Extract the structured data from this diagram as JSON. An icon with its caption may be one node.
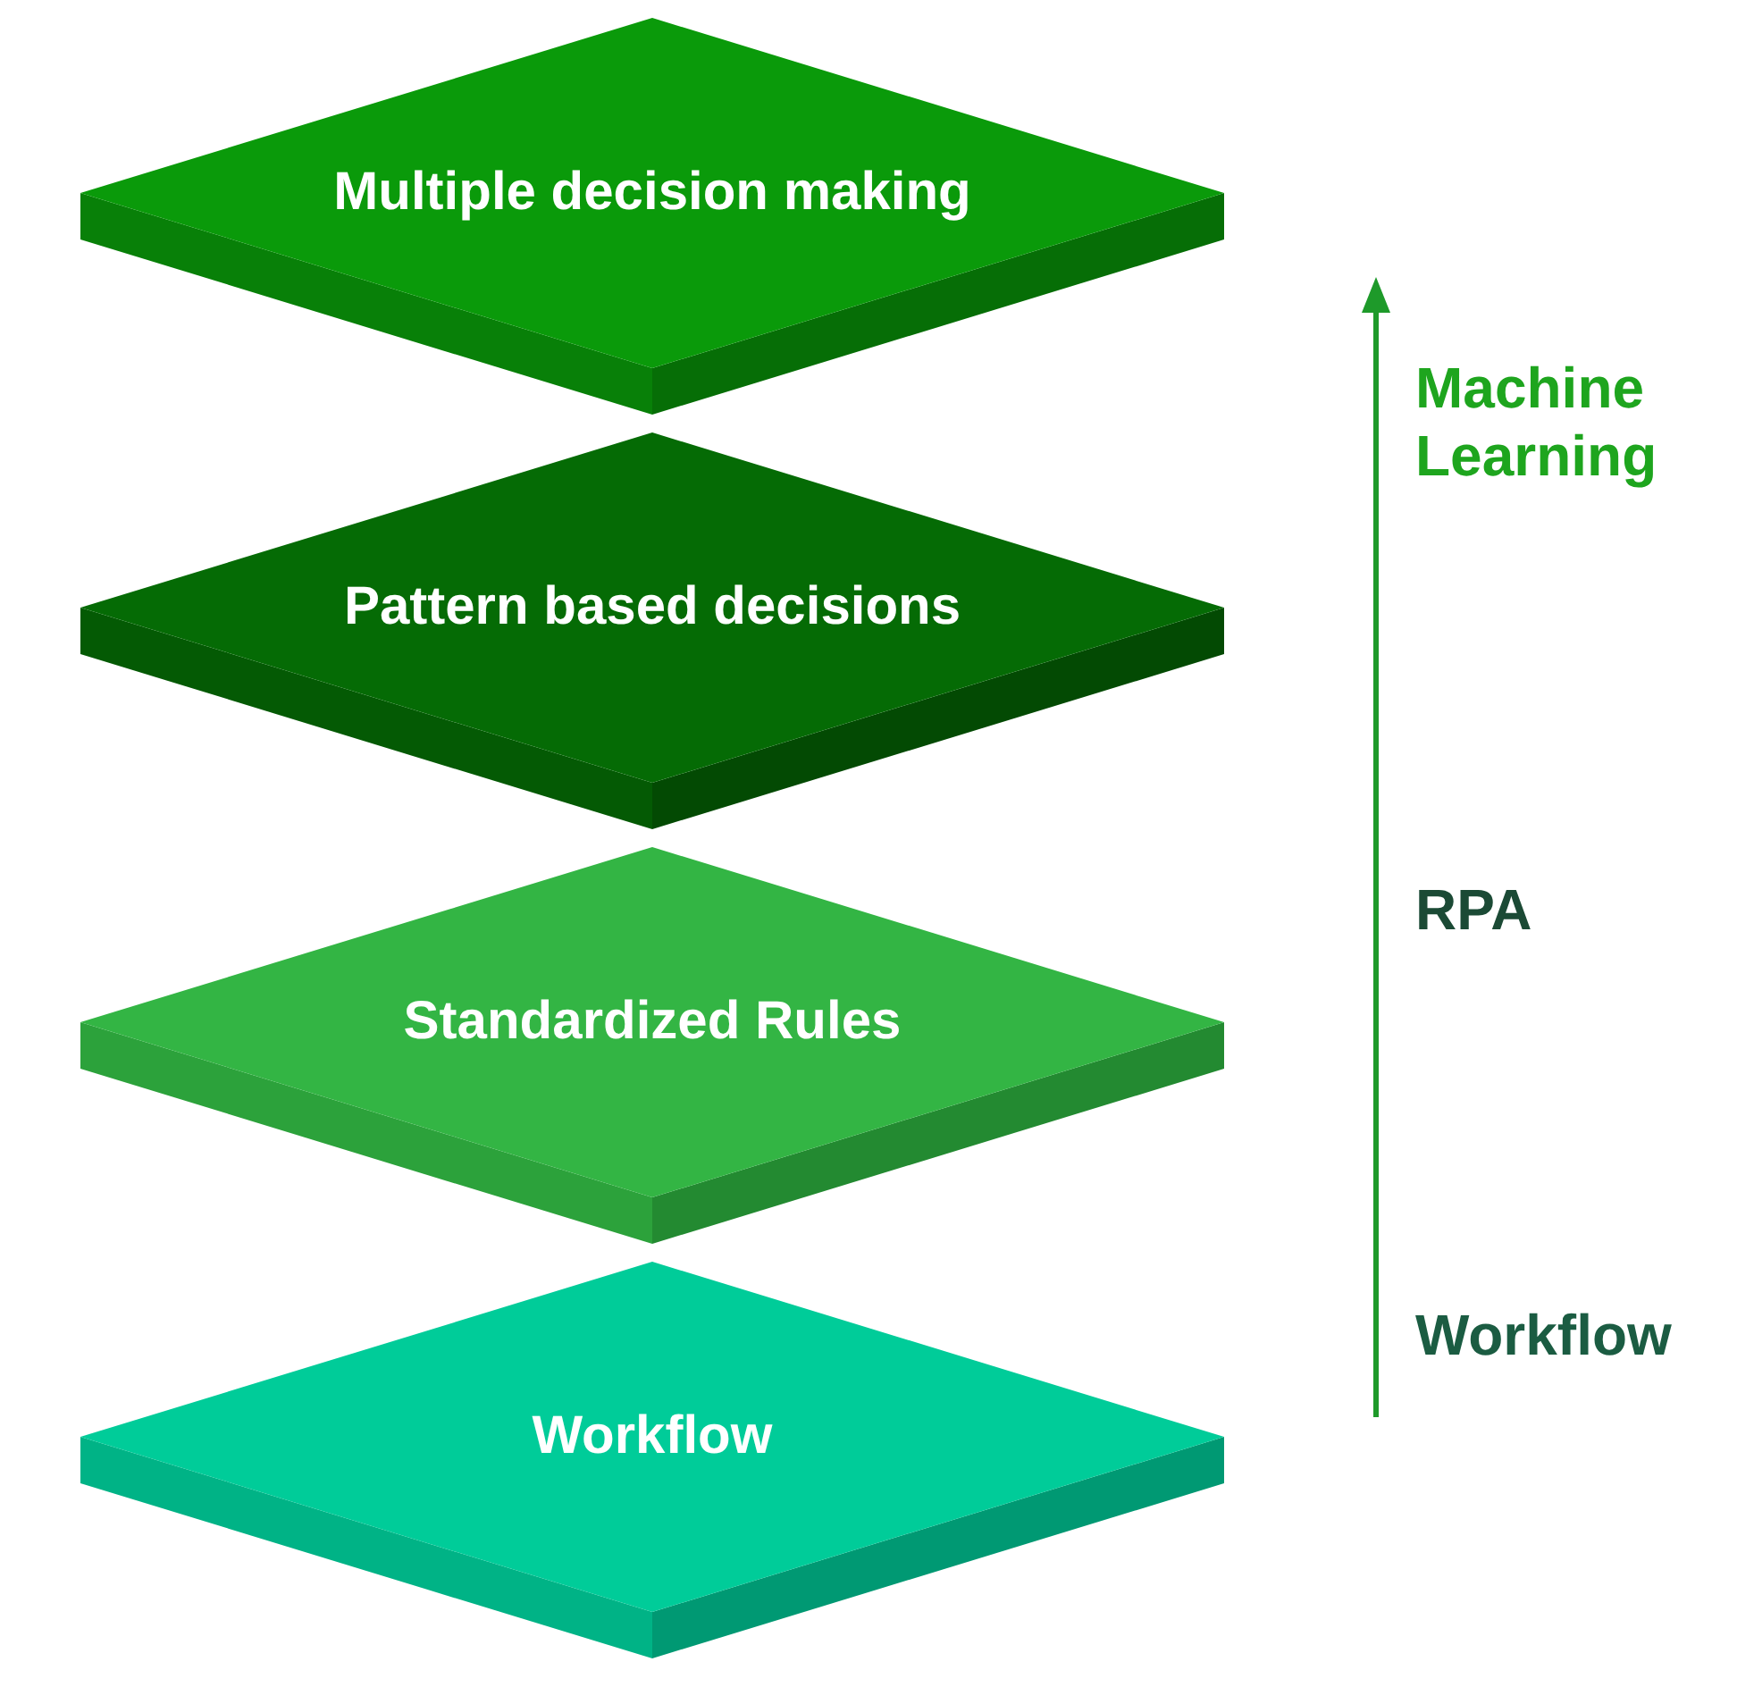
{
  "diagram": {
    "nodes": [
      {
        "text": [
          "Multiple decision making"
        ]
      },
      {
        "text": [
          "Pattern based decisions"
        ]
      },
      {
        "text": [
          "Standardized Rules"
        ]
      },
      {
        "text": [
          "Workflow"
        ]
      }
    ],
    "labels": [
      "Machine Learning",
      "RPA",
      "Workflow"
    ]
  }
}
